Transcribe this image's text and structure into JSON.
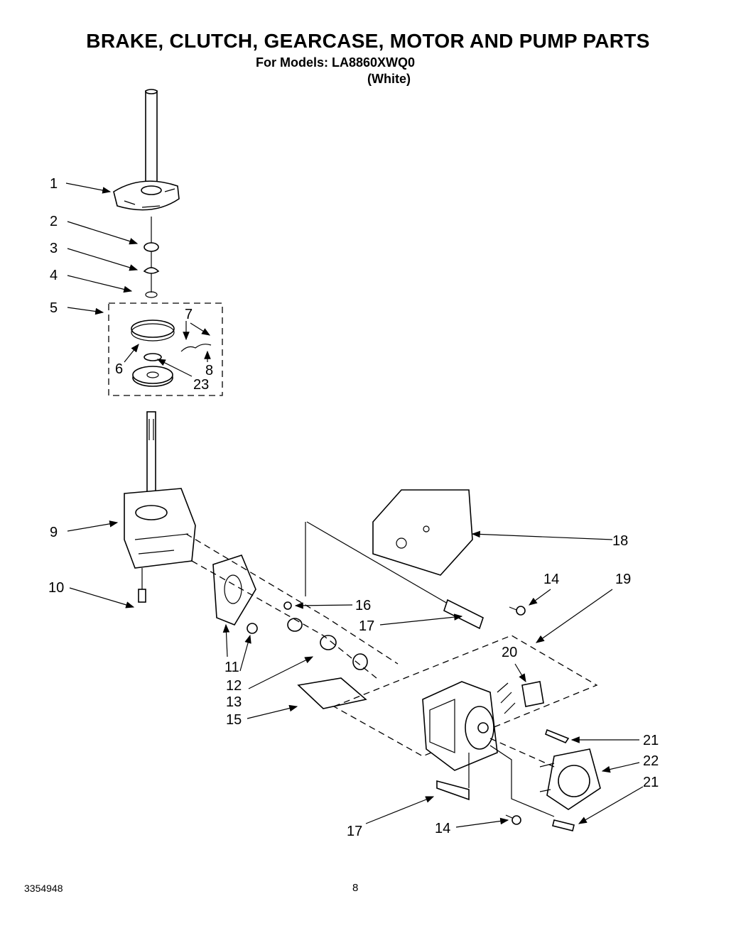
{
  "header": {
    "title": "BRAKE, CLUTCH, GEARCASE, MOTOR AND PUMP PARTS",
    "models_line": "For Models:  LA8860XWQ0",
    "variant": "(White)"
  },
  "footer": {
    "doc_number": "3354948",
    "page": "8"
  },
  "callouts": [
    {
      "id": "c1",
      "text": "1"
    },
    {
      "id": "c2",
      "text": "2"
    },
    {
      "id": "c3",
      "text": "3"
    },
    {
      "id": "c4",
      "text": "4"
    },
    {
      "id": "c5",
      "text": "5"
    },
    {
      "id": "c6",
      "text": "6"
    },
    {
      "id": "c7",
      "text": "7"
    },
    {
      "id": "c8",
      "text": "8"
    },
    {
      "id": "c23",
      "text": "23"
    },
    {
      "id": "c9",
      "text": "9"
    },
    {
      "id": "c10",
      "text": "10"
    },
    {
      "id": "c11",
      "text": "11"
    },
    {
      "id": "c12",
      "text": "12"
    },
    {
      "id": "c13",
      "text": "13"
    },
    {
      "id": "c15",
      "text": "15"
    },
    {
      "id": "c16",
      "text": "16"
    },
    {
      "id": "c17a",
      "text": "17"
    },
    {
      "id": "c17b",
      "text": "17"
    },
    {
      "id": "c18",
      "text": "18"
    },
    {
      "id": "c14a",
      "text": "14"
    },
    {
      "id": "c14b",
      "text": "14"
    },
    {
      "id": "c19",
      "text": "19"
    },
    {
      "id": "c20",
      "text": "20"
    },
    {
      "id": "c21a",
      "text": "21"
    },
    {
      "id": "c21b",
      "text": "21"
    },
    {
      "id": "c22",
      "text": "22"
    }
  ]
}
